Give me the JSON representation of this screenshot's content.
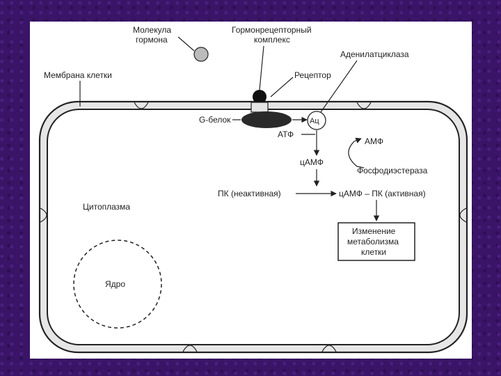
{
  "labels": {
    "hormone_molecule_1": "Молекула",
    "hormone_molecule_2": "гормона",
    "hormone_receptor_complex_1": "Гормонрецепторный",
    "hormone_receptor_complex_2": "комплекс",
    "adenylate_cyclase": "Аденилатциклаза",
    "cell_membrane": "Мембрана клетки",
    "receptor": "Рецептор",
    "g_protein": "G-белок",
    "ac": "Ац",
    "atp": "АТФ",
    "amp": "АМФ",
    "camp": "цАМФ",
    "phosphodiesterase": "Фосфодиэстераза",
    "pk_inactive": "ПК (неактивная)",
    "camp_pk_active": "цАМФ – ПК (активная)",
    "cytoplasm": "Цитоплазма",
    "metabolism_change_1": "Изменение",
    "metabolism_change_2": "метаболизма",
    "metabolism_change_3": "клетки",
    "nucleus": "Ядро"
  },
  "colors": {
    "background": "#3a1466",
    "slide": "#ffffff",
    "ink": "#222222",
    "membrane_fill": "#e6e6e6",
    "g_protein_fill": "#2a2a2a"
  }
}
